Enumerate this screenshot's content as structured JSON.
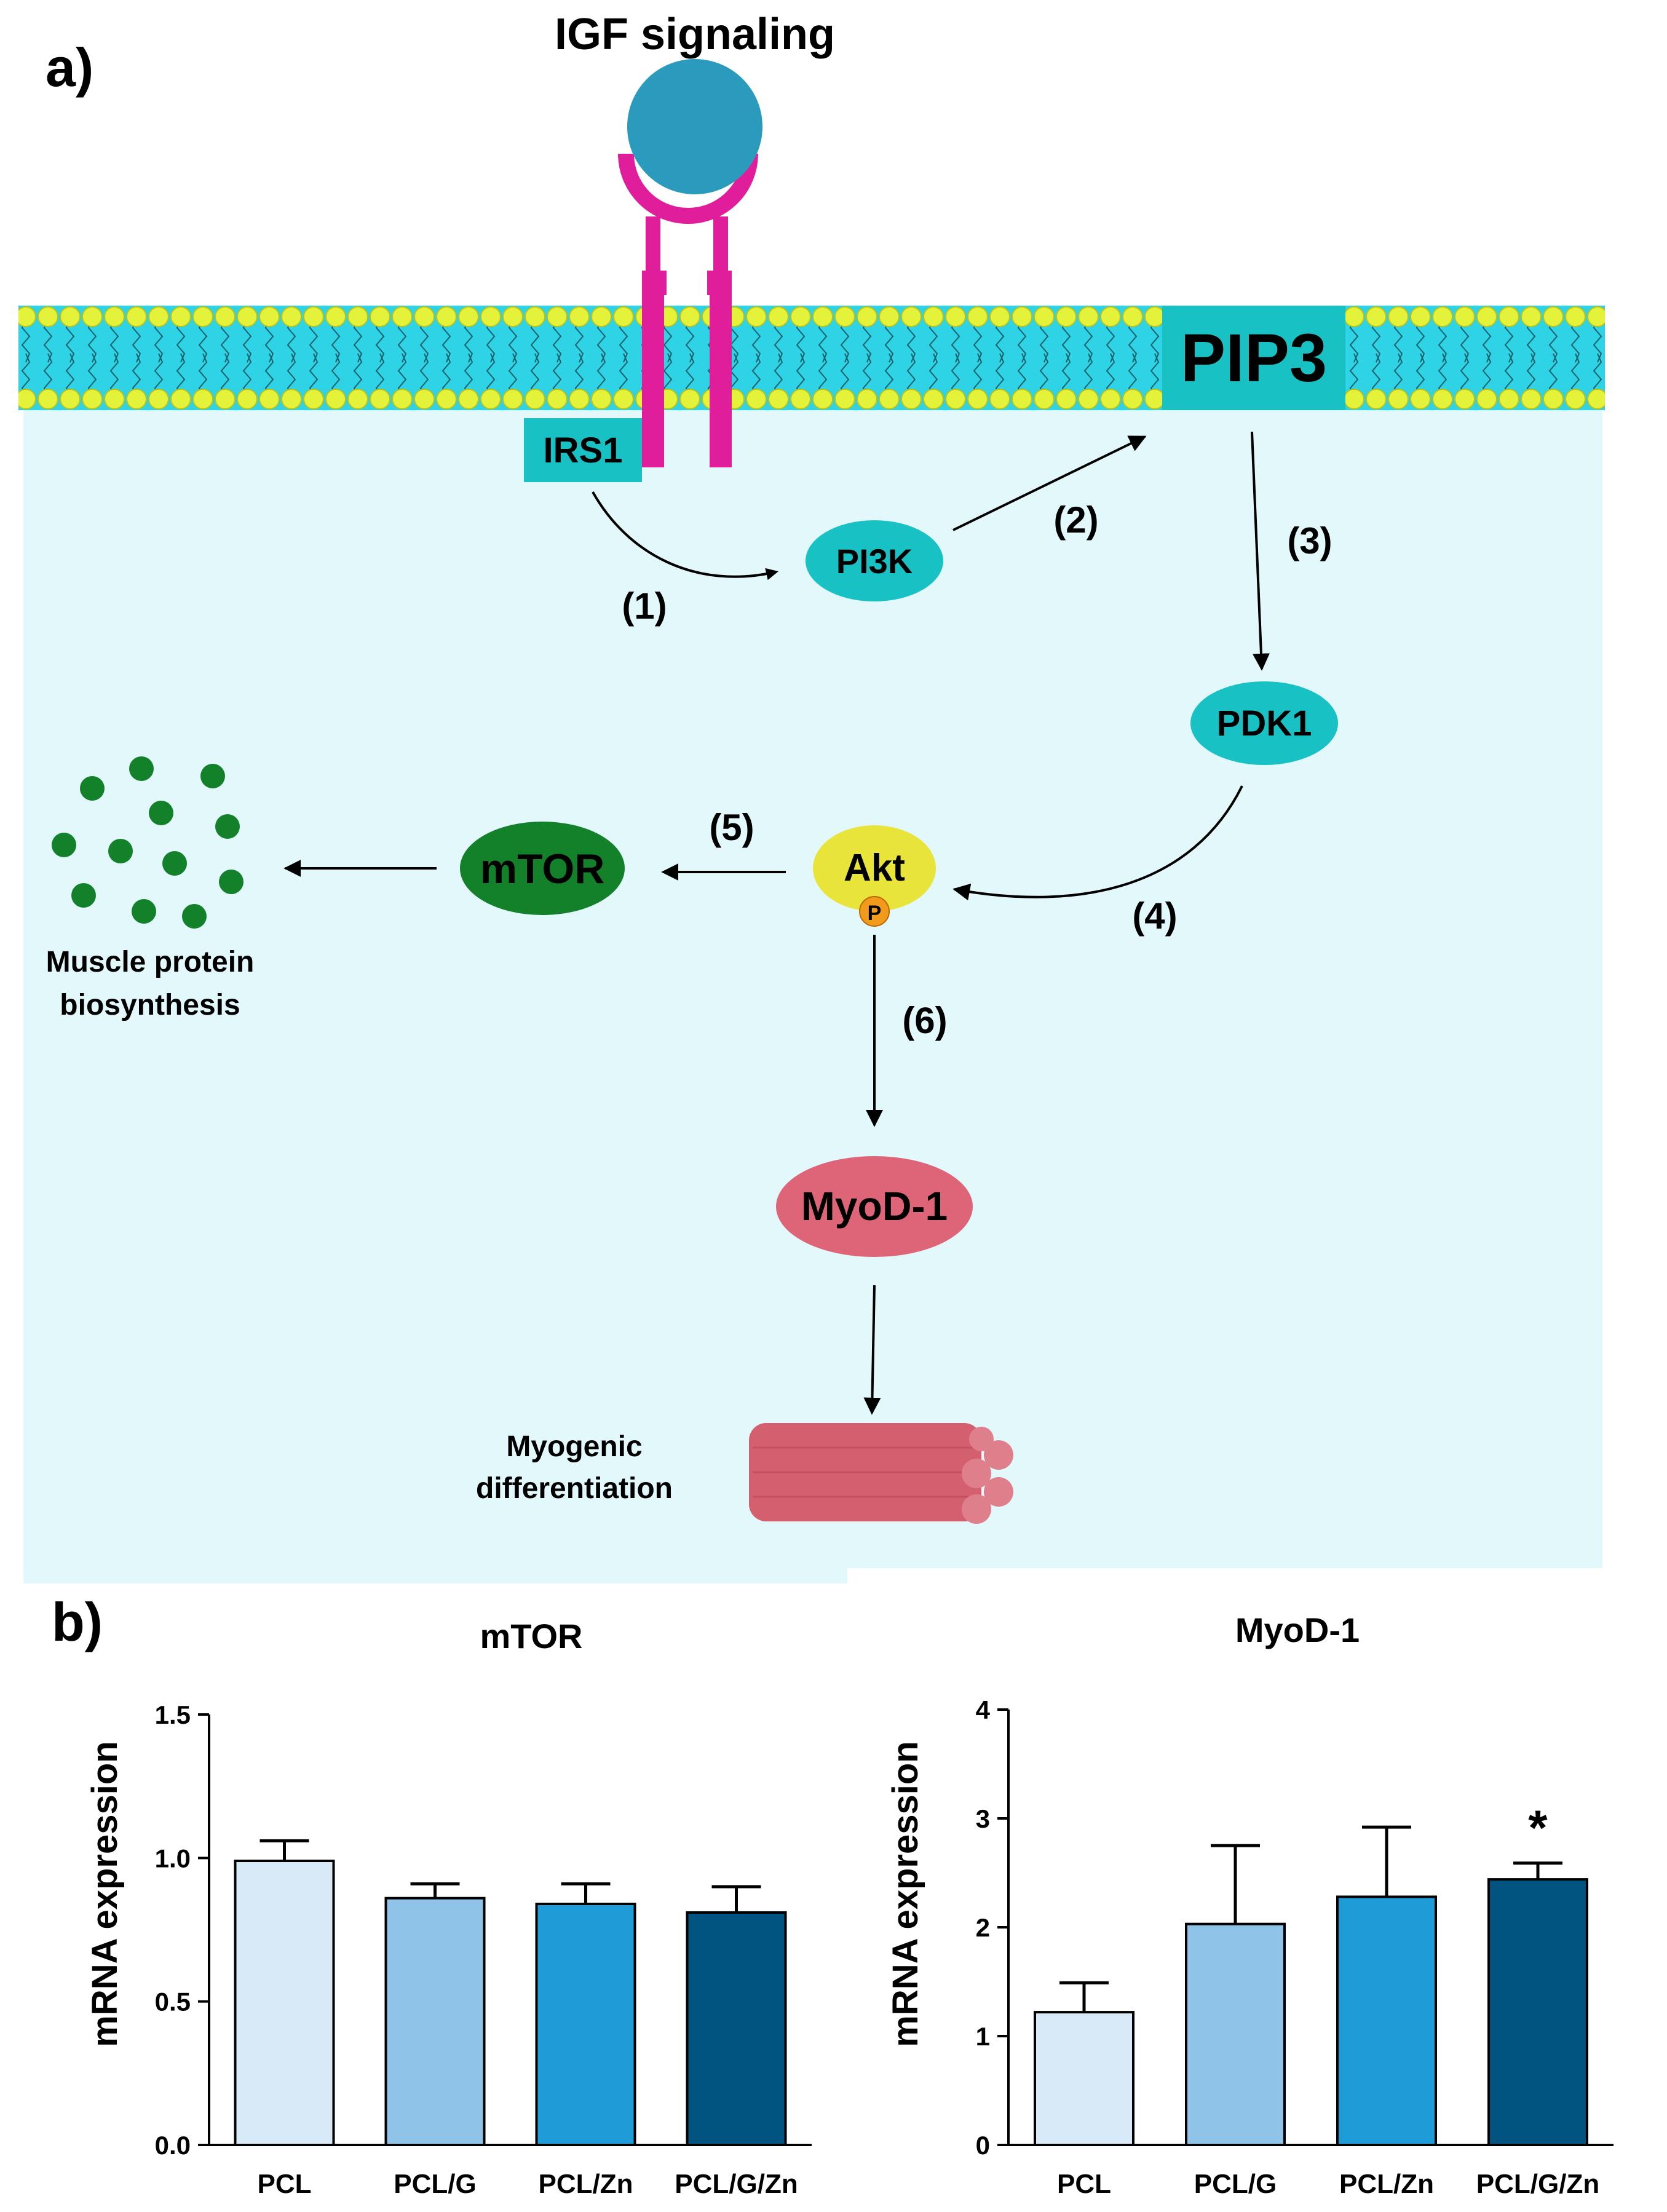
{
  "panel_a": {
    "letter": "a)",
    "title": "IGF signaling",
    "nodes": {
      "irs1": "IRS1",
      "pi3k": "PI3K",
      "pip3": "PIP3",
      "pdk1": "PDK1",
      "akt": "Akt",
      "phospho": "P",
      "mtor": "mTOR",
      "myod": "MyoD-1"
    },
    "steps": [
      "(1)",
      "(2)",
      "(3)",
      "(4)",
      "(5)",
      "(6)"
    ],
    "captions": {
      "protein_line1": "Muscle protein",
      "protein_line2": "biosynthesis",
      "myo_line1": "Myogenic",
      "myo_line2": "differentiation"
    },
    "colors": {
      "cytoplasm": "#e2f8fb",
      "membrane": "#2ed3e6",
      "lipid_head": "#e4f23a",
      "receptor": "#e01d9a",
      "ligand": "#2a9bbd",
      "teal_node": "#18c2c4",
      "akt": "#e8e43a",
      "phospho": "#f29a1c",
      "mtor": "#13802a",
      "myod": "#dd6577",
      "fiber": "#d4606f",
      "protein_dots": "#13802a"
    }
  },
  "panel_b": {
    "letter": "b)"
  },
  "chart_data": [
    {
      "type": "bar",
      "title": "mTOR",
      "ylabel": "mRNA expression",
      "xlabel": "",
      "categories": [
        "PCL",
        "PCL/G",
        "PCL/Zn",
        "PCL/G/Zn"
      ],
      "values": [
        0.99,
        0.86,
        0.84,
        0.81
      ],
      "errors": [
        0.07,
        0.05,
        0.07,
        0.09
      ],
      "ylim": [
        0,
        1.5
      ],
      "yticks": [
        "0.0",
        "0.5",
        "1.0",
        "1.5"
      ],
      "bar_colors": [
        "#d8eaf7",
        "#8fc4e8",
        "#1e9cd7",
        "#00547f"
      ],
      "annotations": [
        "",
        "",
        "",
        ""
      ],
      "grid": false
    },
    {
      "type": "bar",
      "title": "MyoD-1",
      "ylabel": "mRNA expression",
      "xlabel": "",
      "categories": [
        "PCL",
        "PCL/G",
        "PCL/Zn",
        "PCL/G/Zn"
      ],
      "values": [
        1.22,
        2.03,
        2.28,
        2.44
      ],
      "errors": [
        0.27,
        0.72,
        0.64,
        0.15
      ],
      "ylim": [
        0,
        4
      ],
      "yticks": [
        "0",
        "1",
        "2",
        "3",
        "4"
      ],
      "bar_colors": [
        "#d8eaf7",
        "#8fc4e8",
        "#1e9cd7",
        "#00547f"
      ],
      "annotations": [
        "",
        "",
        "",
        "*"
      ],
      "grid": false
    }
  ]
}
